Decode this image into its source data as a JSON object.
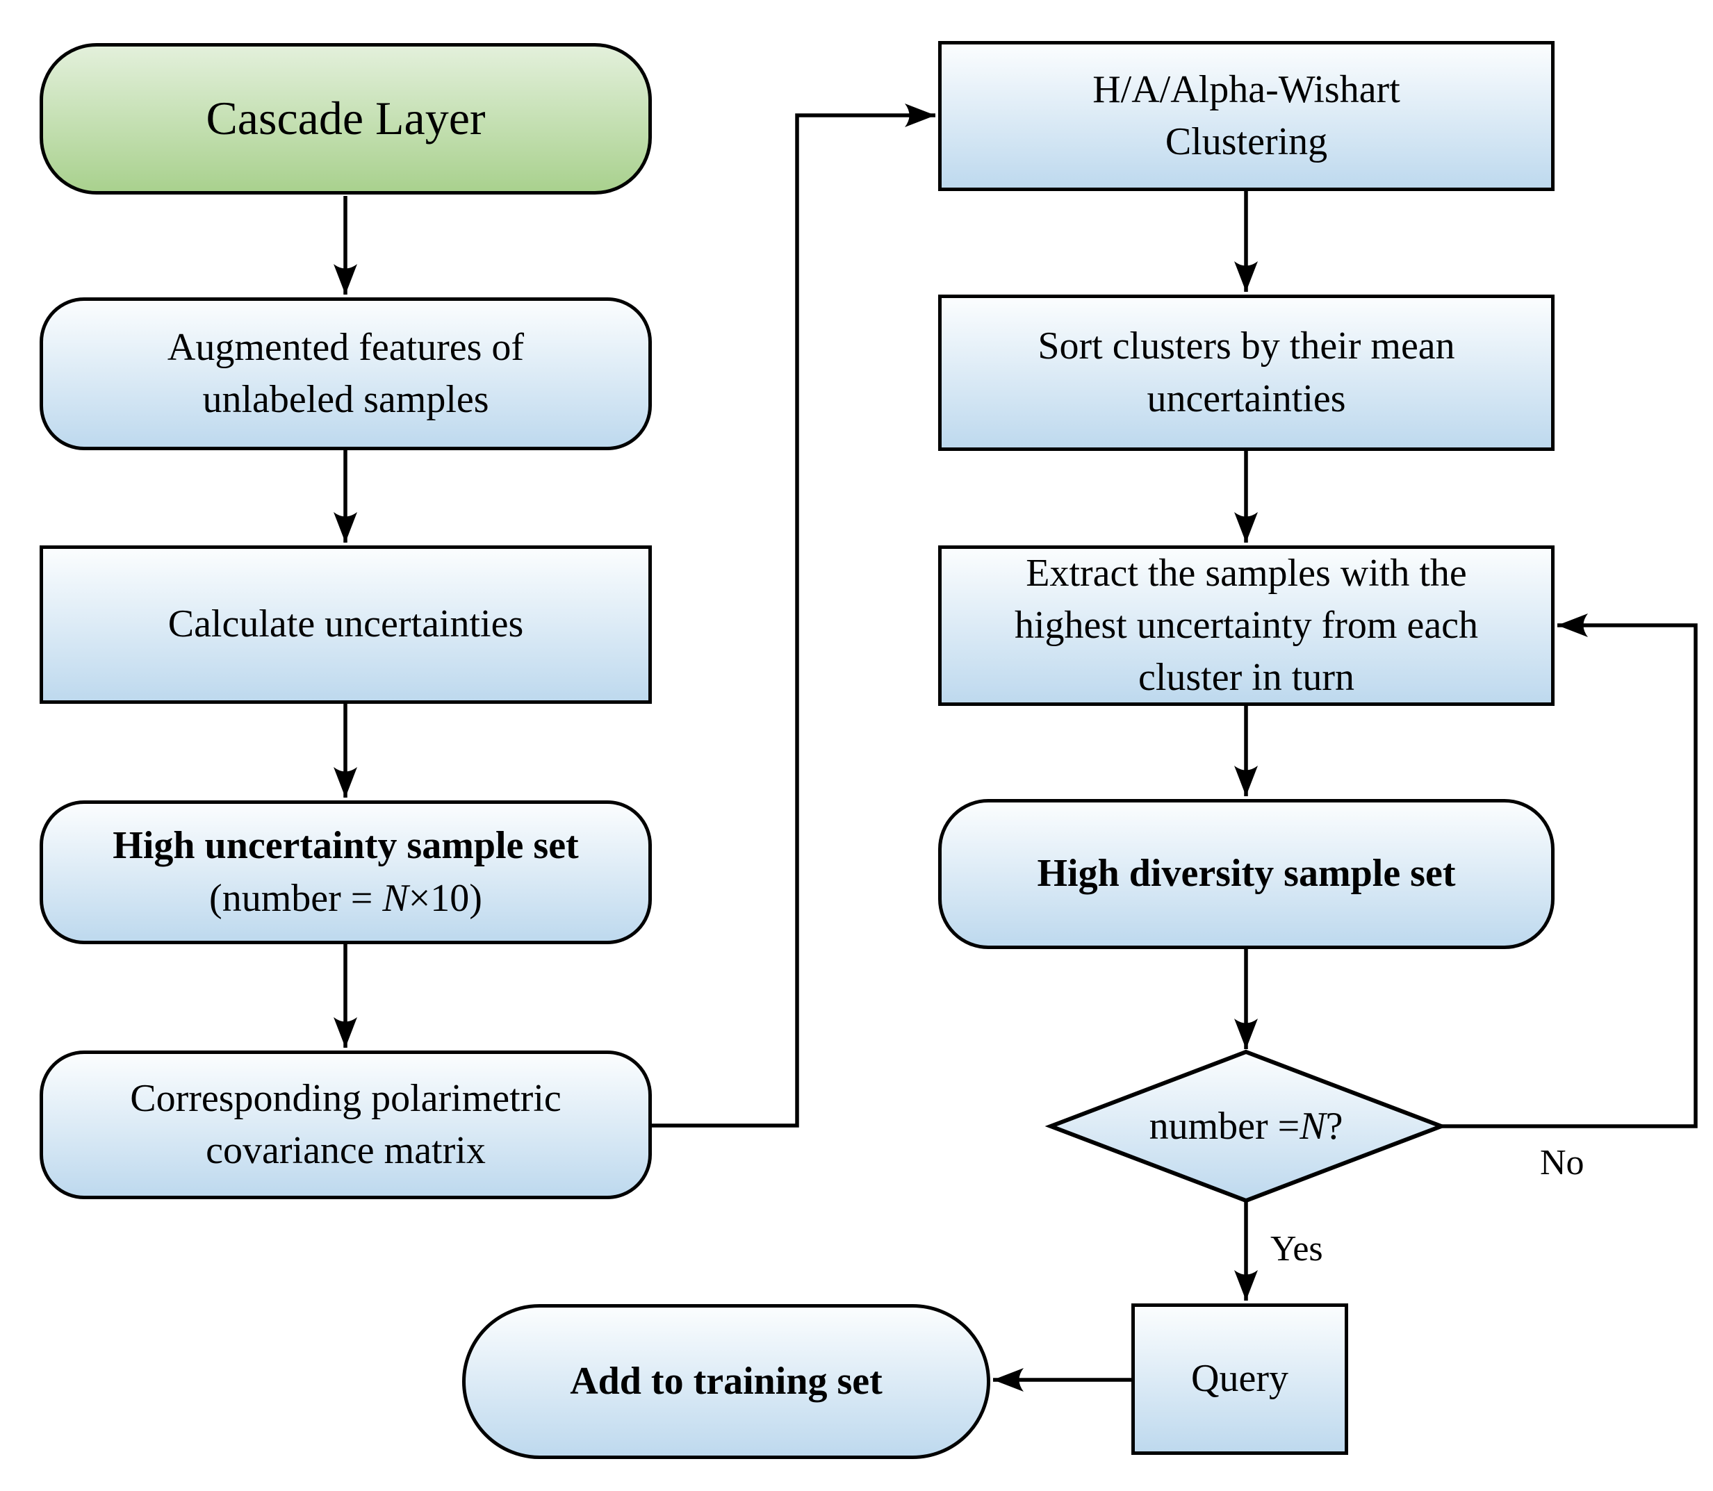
{
  "nodes": {
    "cascade": {
      "label": "Cascade Layer"
    },
    "augmented": {
      "lines": [
        "Augmented features of",
        "unlabeled samples"
      ]
    },
    "calculate": {
      "label": "Calculate uncertainties"
    },
    "high_uncertainty": {
      "title": "High uncertainty sample set",
      "sub_pre": "(number = ",
      "sub_var": "N",
      "sub_suf": "×10)"
    },
    "covariance": {
      "lines": [
        "Corresponding polarimetric",
        "covariance matrix"
      ]
    },
    "clustering": {
      "lines": [
        "H/A/Alpha-Wishart",
        "Clustering"
      ]
    },
    "sort": {
      "lines": [
        "Sort clusters by their mean",
        "uncertainties"
      ]
    },
    "extract": {
      "lines": [
        "Extract the samples with the",
        "highest uncertainty from each",
        "cluster in turn"
      ]
    },
    "high_diversity": {
      "label": "High diversity sample set"
    },
    "decision": {
      "pre": "number  = ",
      "var": "N",
      "suf": " ?"
    },
    "query": {
      "label": "Query"
    },
    "add_training": {
      "label": "Add to training set"
    }
  },
  "edge_labels": {
    "yes": "Yes",
    "no": "No"
  },
  "colors": {
    "start_top": "#e3f0db",
    "start_bottom": "#a9d18e",
    "node_top": "#fbfdfe",
    "node_bottom": "#bed9ee",
    "line": "#000000"
  }
}
